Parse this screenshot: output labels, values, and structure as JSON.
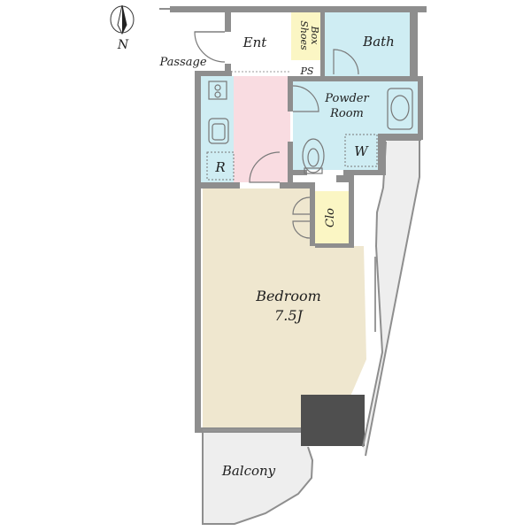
{
  "compass": {
    "label": "N",
    "icon": "north-arrow-icon"
  },
  "rooms": {
    "passage": "Passage",
    "entrance": "Ent",
    "shoes_box_line1": "Shoes",
    "shoes_box_line2": "Box",
    "ps": "PS",
    "bath": "Bath",
    "powder_room_line1": "Powder",
    "powder_room_line2": "Room",
    "washer": "W",
    "refrigerator": "R",
    "closet": "Clo",
    "bedroom_name": "Bedroom",
    "bedroom_size": "7.5J",
    "balcony": "Balcony"
  },
  "colors": {
    "kitchen": "#f9dce1",
    "water_areas": "#cfedf3",
    "bedroom": "#efe7cf",
    "storage": "#fbf6c4",
    "outdoor": "#eeeeee",
    "pillar": "#4f4f4f",
    "wall": "#8e8e8e"
  }
}
